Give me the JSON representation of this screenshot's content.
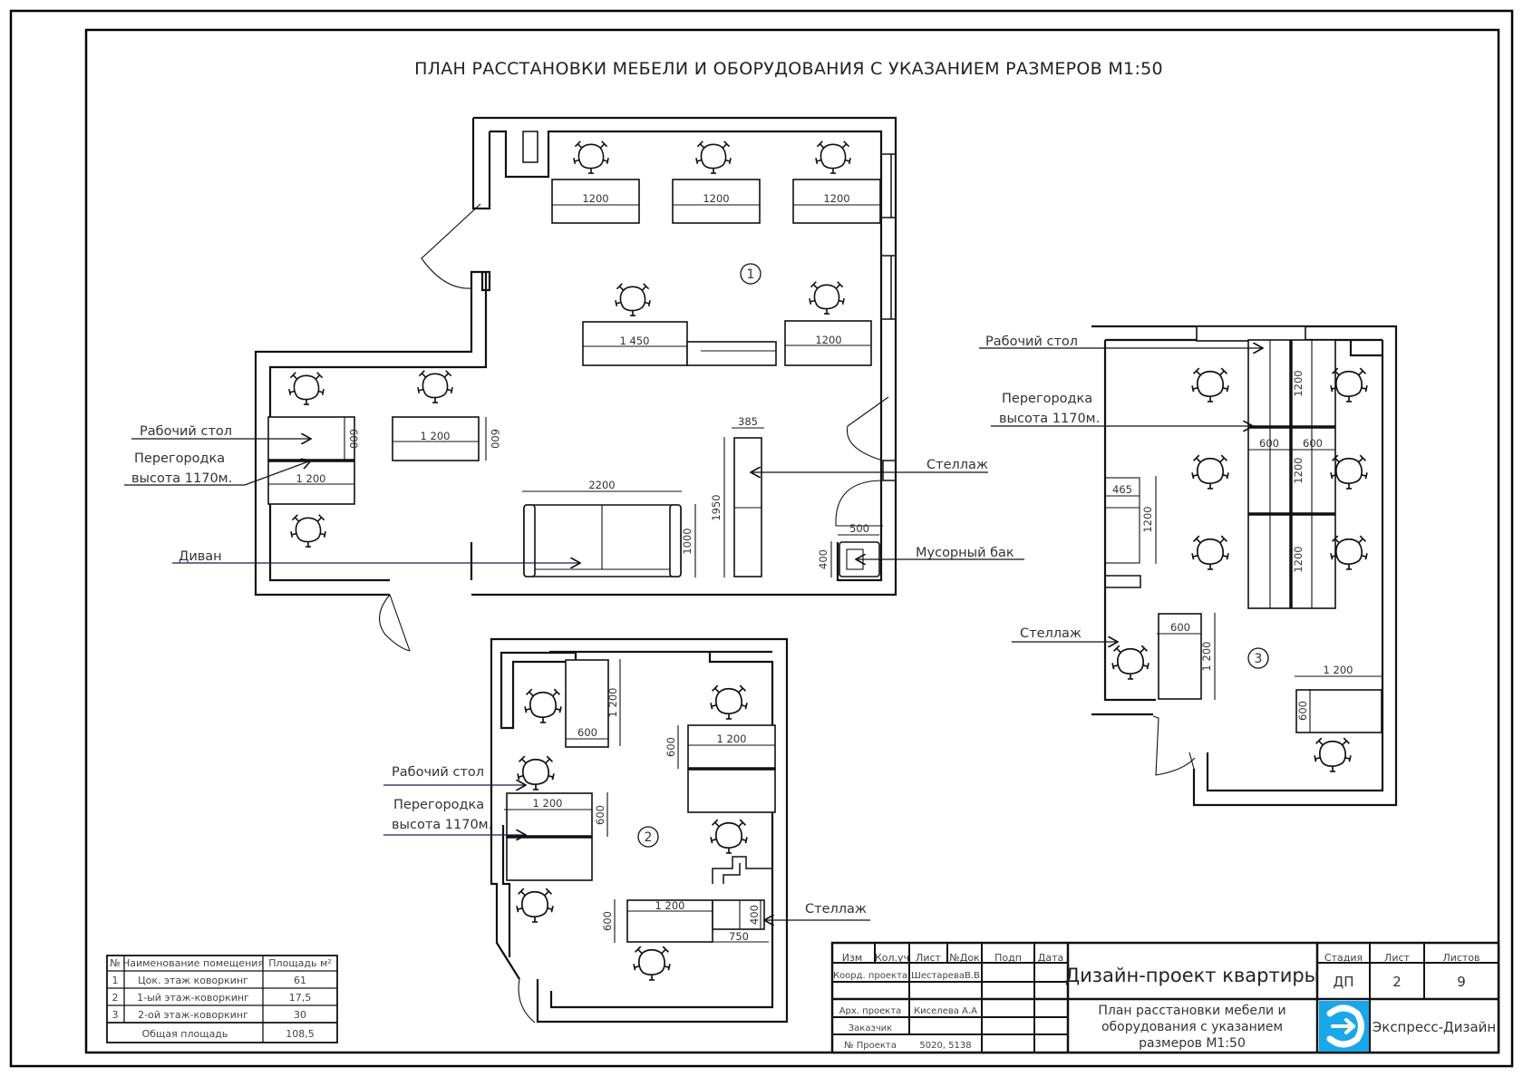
{
  "sheet_title": "ПЛАН РАССТАНОВКИ МЕБЕЛИ И ОБОРУДОВАНИЯ С УКАЗАНИЕМ РАЗМЕРОВ М1:50",
  "rooms": [
    {
      "number": "1",
      "dimensions": {
        "desk_top_1": "1200",
        "desk_top_2": "1200",
        "desk_top_3": "1200",
        "desk_mid_long": "1 450",
        "desk_mid_right": "1200",
        "desk_left_width": "1 200",
        "desk_left_depth": "600",
        "desk_center_width": "1 200",
        "desk_center_depth": "600",
        "sofa_width": "2200",
        "sofa_depth": "1000",
        "shelf_width": "385",
        "shelf_height": "1950",
        "bin_width": "500",
        "bin_depth": "400"
      },
      "callouts": {
        "desk": "Рабочий стол",
        "partition_line1": "Перегородка",
        "partition_line2": "высота 1170м.",
        "sofa": "Диван",
        "shelf": "Стеллаж",
        "bin": "Мусорный бак"
      }
    },
    {
      "number": "2",
      "dimensions": {
        "desk_tl_width": "600",
        "desk_tl_length": "1 200",
        "desk_right_width": "1 200",
        "desk_right_depth": "600",
        "desk_left_width": "1 200",
        "desk_left_depth": "600",
        "desk_bottom_width": "1 200",
        "desk_bottom_depth": "600",
        "shelf_depth": "400",
        "shelf_width": "750"
      },
      "callouts": {
        "desk": "Рабочий стол",
        "partition_line1": "Перегородка",
        "partition_line2": "высота 1170м.",
        "shelf": "Стеллаж"
      }
    },
    {
      "number": "3",
      "dimensions": {
        "cluster_len_1": "1200",
        "cluster_len_2": "1200",
        "cluster_len_3": "1200",
        "cluster_w_left": "600",
        "cluster_w_right": "600",
        "shelf_width": "465",
        "shelf_length": "1200",
        "desk_left_width": "600",
        "desk_left_length": "1 200",
        "desk_right_width": "1 200",
        "desk_right_depth": "600"
      },
      "callouts": {
        "desk": "Рабочий стол",
        "partition_line1": "Перегородка",
        "partition_line2": "высота 1170м.",
        "shelf": "Стеллаж"
      }
    }
  ],
  "area_table": {
    "headers": [
      "№",
      "Наименование помещения",
      "Площадь м²"
    ],
    "rows": [
      [
        "1",
        "Цок. этаж  коворкинг",
        "61"
      ],
      [
        "2",
        "1-ый этаж-коворкинг",
        "17,5"
      ],
      [
        "3",
        "2-ой этаж-коворкинг",
        "30"
      ]
    ],
    "total_label": "Общая площадь",
    "total_value": "108,5"
  },
  "title_block": {
    "col_headers": [
      "Изм",
      "Кол.уч",
      "Лист",
      "№Док",
      "Подп",
      "Дата"
    ],
    "roles": [
      {
        "role": "Коорд. проекта",
        "name": "ШестареваВ.В"
      },
      {
        "role": "",
        "name": ""
      },
      {
        "role": "Арх. проекта",
        "name": "Киселева А.А"
      },
      {
        "role": "Заказчик",
        "name": ""
      },
      {
        "role": "№ Проекта",
        "name": "5020, 5138"
      }
    ],
    "project_name": "Дизайн-проект квартиры",
    "sheet_desc_line1": "План расстановки мебели и",
    "sheet_desc_line2": "оборудования с указанием",
    "sheet_desc_line3": "размеров  М1:50",
    "stage_label": "Стадия",
    "stage_value": "ДП",
    "sheet_label": "Лист",
    "sheet_value": "2",
    "sheets_label": "Листов",
    "sheets_value": "9",
    "company": "Экспресс-Дизайн",
    "logo_icon": "express-design-logo-icon",
    "logo_color": "#1aa7e8"
  }
}
